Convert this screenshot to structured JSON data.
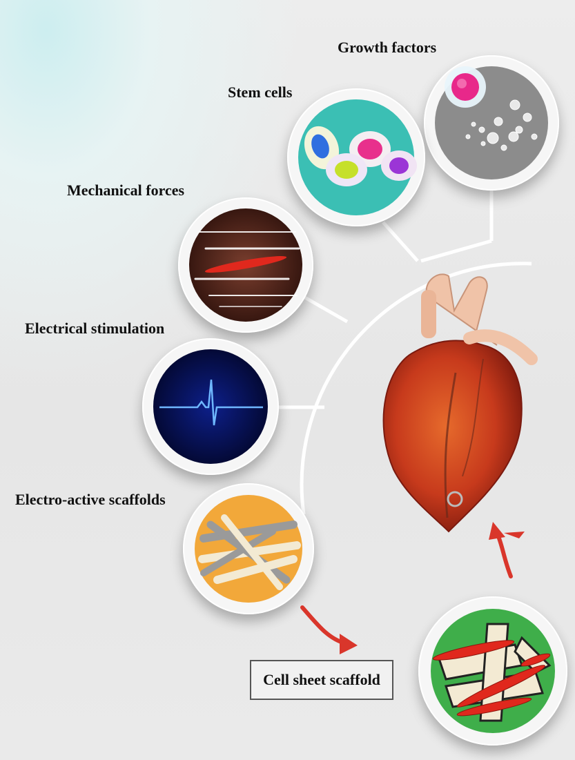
{
  "labels": {
    "growth_factors": "Growth factors",
    "stem_cells": "Stem cells",
    "mechanical_forces": "Mechanical forces",
    "electrical_stimulation": "Electrical stimulation",
    "electro_active_scaffolds": "Electro-active scaffolds",
    "cell_sheet_scaffold": "Cell sheet scaffold"
  },
  "colors": {
    "stem_bg": "#3bbfb4",
    "growth_bg": "#8c8c8c",
    "scaffold_bg": "#f2a83a",
    "sheet_bg": "#3fae4a",
    "arrow_red": "#d9362b",
    "connector": "#ffffff"
  }
}
